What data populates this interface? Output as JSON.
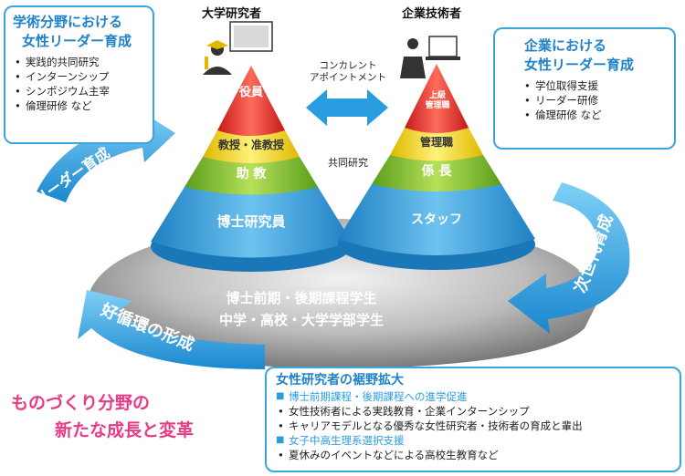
{
  "left_box": {
    "title_line1": "学術分野における",
    "title_line2": "女性リーダー育成",
    "items": [
      "実践的共同研究",
      "インターンシップ",
      "シンポジウム主宰",
      "倫理研修 など"
    ]
  },
  "right_box": {
    "title_line1": "企業における",
    "title_line2": "女性リーダー育成",
    "items": [
      "学位取得支援",
      "リーダー研修",
      "倫理研修 など"
    ]
  },
  "academic": {
    "heading": "大学研究者",
    "layers": [
      "役員",
      "教授・准教授",
      "助 教",
      "博士研究員"
    ]
  },
  "industry": {
    "heading": "企業技術者",
    "layers": [
      "上級\n管理職",
      "管理職",
      "係 長",
      "スタッフ"
    ]
  },
  "consultant_label_line1": "コンカレント",
  "consultant_label_line2": "アポイントメント",
  "joint_research_label": "共同研究",
  "base": {
    "line1": "博士前期・後期課程学生",
    "line2": "中学・高校・大学学部学生"
  },
  "arrows": {
    "leader": "リーダー育成",
    "next_gen": "次世代育成",
    "cycle": "好循環の形成"
  },
  "bottom_box": {
    "title": "女性研究者の裾野拡大",
    "section1": "博士前期課程・後期課程への進学促進",
    "items1": [
      "女性技術者による実践教育・企業インターンシップ",
      "キャリアモデルとなる優秀な女性研究者・技術者の育成と輩出"
    ],
    "section2": "女子中高生理系選択支援",
    "items2": [
      "夏休みのイベントなどによる高校生教育など"
    ]
  },
  "tagline_line1": "ものづくり分野の",
  "tagline_line2": "新たな成長と変革",
  "colors": {
    "accent_blue": "#2a9de0",
    "pink": "#e83b86",
    "red_layer": "#e52a2a",
    "yellow_layer": "#f4d400",
    "green_layer": "#7cbf2a",
    "blue_layer": "#2b9ad9"
  },
  "icons": [
    "researcher-icon",
    "engineer-icon",
    "double-arrow-icon"
  ]
}
